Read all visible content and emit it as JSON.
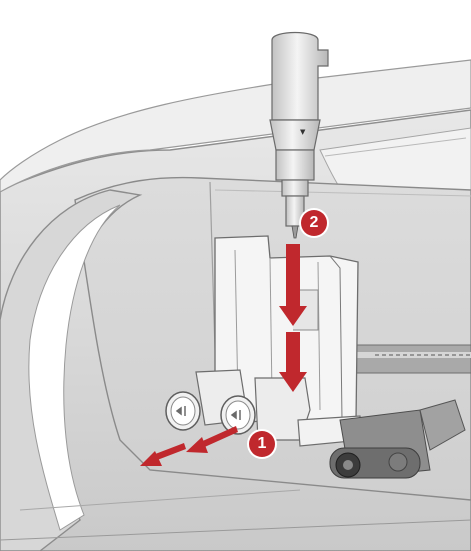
{
  "illustration": {
    "accent_color": "#c0282d",
    "steps": [
      {
        "number": "1",
        "action": "pull-out-arrows"
      },
      {
        "number": "2",
        "action": "push-down-arrows"
      }
    ],
    "icons": [
      "cutter-tool-icon",
      "tool-holder-icon",
      "release-knob-icon",
      "arrow-icon"
    ],
    "cutter_marker": "▼"
  }
}
